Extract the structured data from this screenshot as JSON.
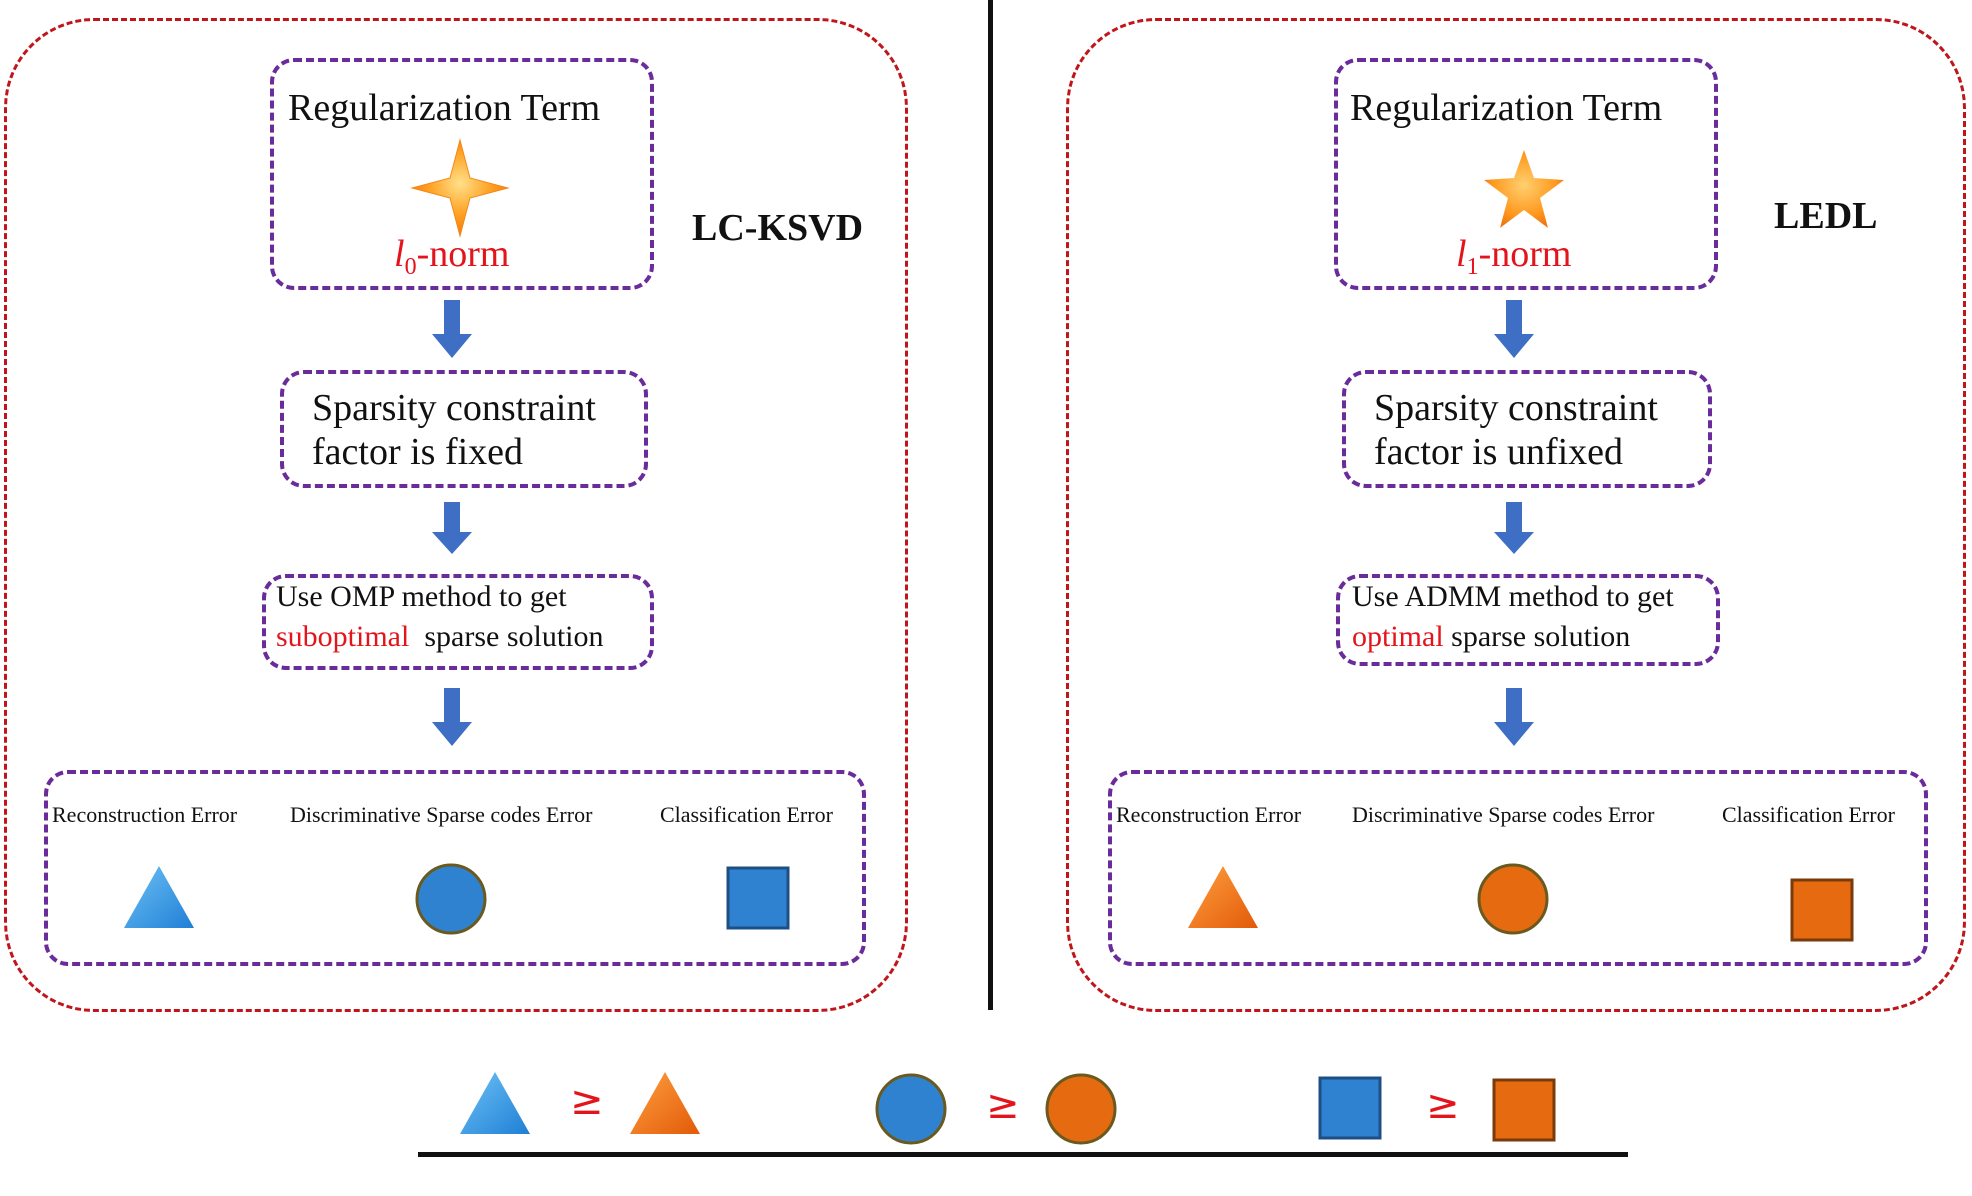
{
  "left": {
    "method": "LC-KSVD",
    "reg_title": "Regularization Term",
    "norm_l": "l",
    "norm_sub": "0",
    "norm_suffix": "-norm",
    "sparsity_line1": "Sparsity constraint",
    "sparsity_line2": "factor is fixed",
    "solver_line1": "Use OMP method to get",
    "solver_highlight": "suboptimal",
    "solver_rest": "sparse solution",
    "errors": [
      "Reconstruction Error",
      "Discriminative Sparse codes Error",
      "Classification Error"
    ],
    "color": "#2f82cf"
  },
  "right": {
    "method": "LEDL",
    "reg_title": "Regularization Term",
    "norm_l": "l",
    "norm_sub": "1",
    "norm_suffix": "-norm",
    "sparsity_line1": "Sparsity constraint",
    "sparsity_line2": "factor is unfixed",
    "solver_line1": "Use ADMM method to get",
    "solver_highlight": "optimal",
    "solver_rest": "sparse solution",
    "errors": [
      "Reconstruction Error",
      "Discriminative Sparse codes Error",
      "Classification Error"
    ],
    "color": "#e66a10"
  },
  "comparison": {
    "symbol": "≥"
  },
  "colors": {
    "panel_border": "#c0161b",
    "box_border": "#6a2c9a",
    "arrow": "#3f6fc4",
    "highlight": "#e3141b"
  }
}
